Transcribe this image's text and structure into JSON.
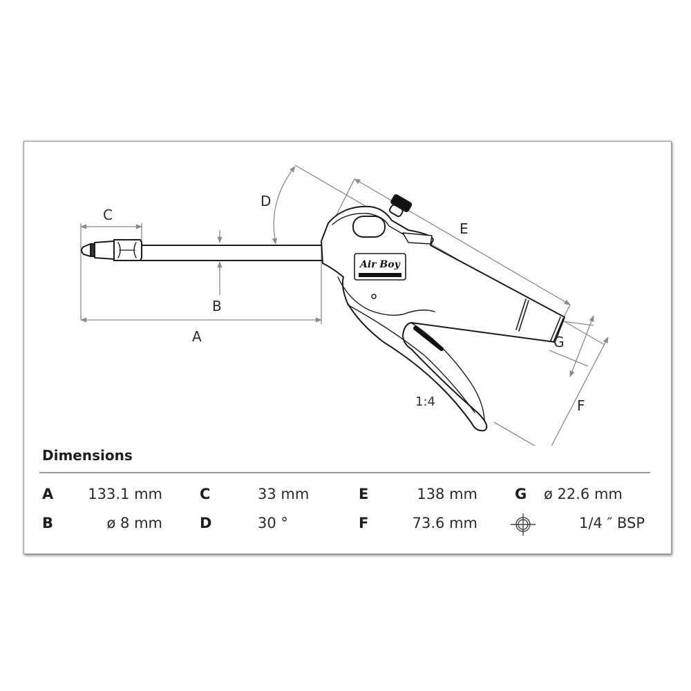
{
  "drawing": {
    "subject": "air blow gun",
    "brand_label": "Air Boy",
    "scale": "1:4",
    "dimension_labels": {
      "A": "A",
      "B": "B",
      "C": "C",
      "D": "D",
      "E": "E",
      "F": "F",
      "G": "G"
    }
  },
  "dimensions": {
    "title": "Dimensions",
    "rows": [
      {
        "key": "A",
        "value": "133.1 mm"
      },
      {
        "key": "B",
        "value": "ø 8 mm"
      },
      {
        "key": "C",
        "value": "33 mm"
      },
      {
        "key": "D",
        "value": "30 °"
      },
      {
        "key": "E",
        "value": "138 mm"
      },
      {
        "key": "F",
        "value": "73.6 mm"
      },
      {
        "key": "G",
        "value": "ø 22.6 mm"
      },
      {
        "key": "thread-icon",
        "value": "1/4 ″ BSP"
      }
    ]
  },
  "colors": {
    "line": "#1a1a1a",
    "dimension_line": "#8a8a8a",
    "rule": "#9a9a9a"
  }
}
